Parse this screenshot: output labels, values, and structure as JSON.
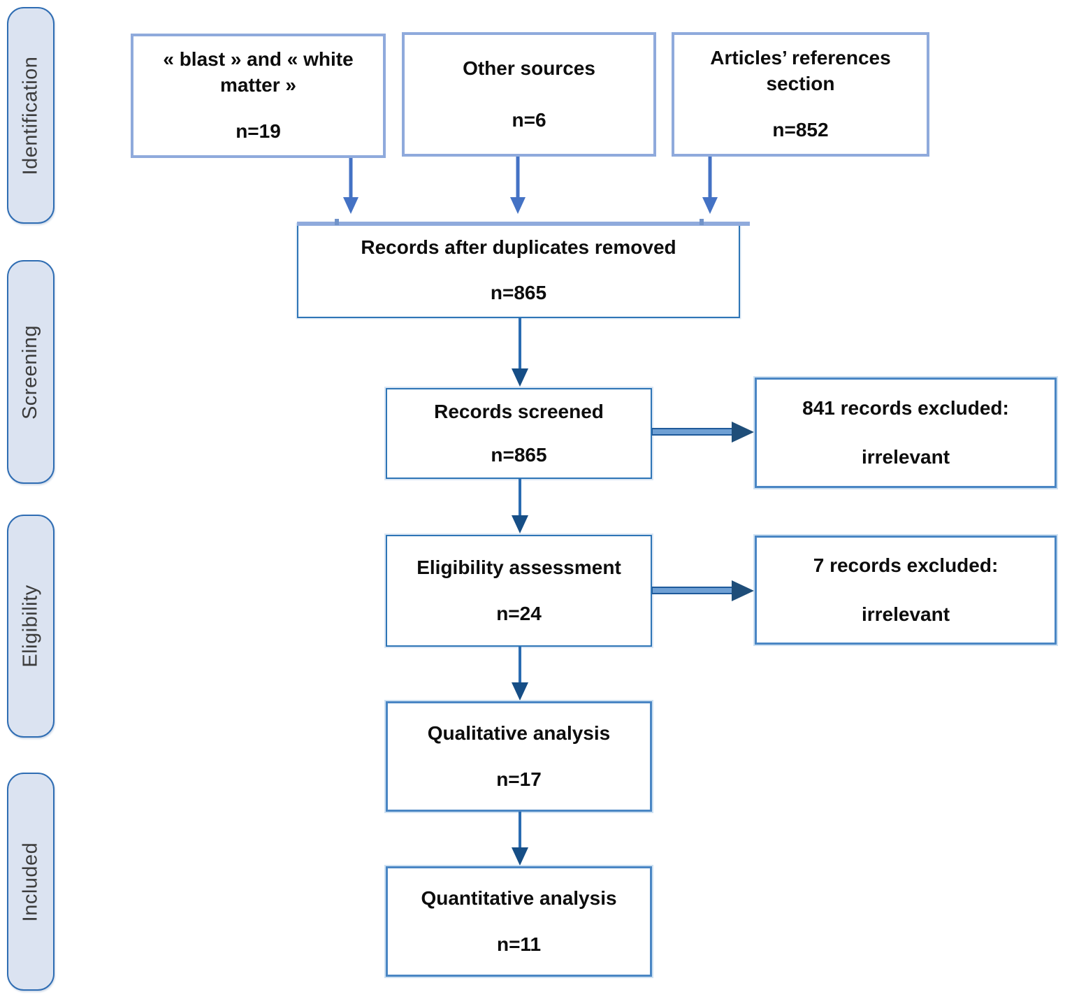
{
  "diagram": {
    "stages": [
      {
        "label": "Identification"
      },
      {
        "label": "Screening"
      },
      {
        "label": "Eligibility"
      },
      {
        "label": "Included"
      }
    ],
    "sources": [
      {
        "title": "« blast » and « white matter »",
        "count": "n=19"
      },
      {
        "title": "Other sources",
        "count": "n=6"
      },
      {
        "title": "Articles’ references section",
        "count": "n=852"
      }
    ],
    "steps": [
      {
        "title": "Records after duplicates removed",
        "count": "n=865"
      },
      {
        "title": "Records screened",
        "count": "n=865"
      },
      {
        "title": "Eligibility assessment",
        "count": "n=24"
      },
      {
        "title": "Qualitative analysis",
        "count": "n=17"
      },
      {
        "title": "Quantitative analysis",
        "count": "n=11"
      }
    ],
    "exclusions": [
      {
        "title": "841 records excluded:",
        "reason": "irrelevant"
      },
      {
        "title": "7 records excluded:",
        "reason": "irrelevant"
      }
    ],
    "colors": {
      "source_box_border": "#8faadc",
      "step_box_border": "#2e75b6",
      "result_box_border": "#4a86c4",
      "pill_fill": "#dbe3f1",
      "pill_border": "#2f6db3",
      "arrow_primary": "#4472c4",
      "arrow_dark": "#1f5a9a"
    }
  }
}
